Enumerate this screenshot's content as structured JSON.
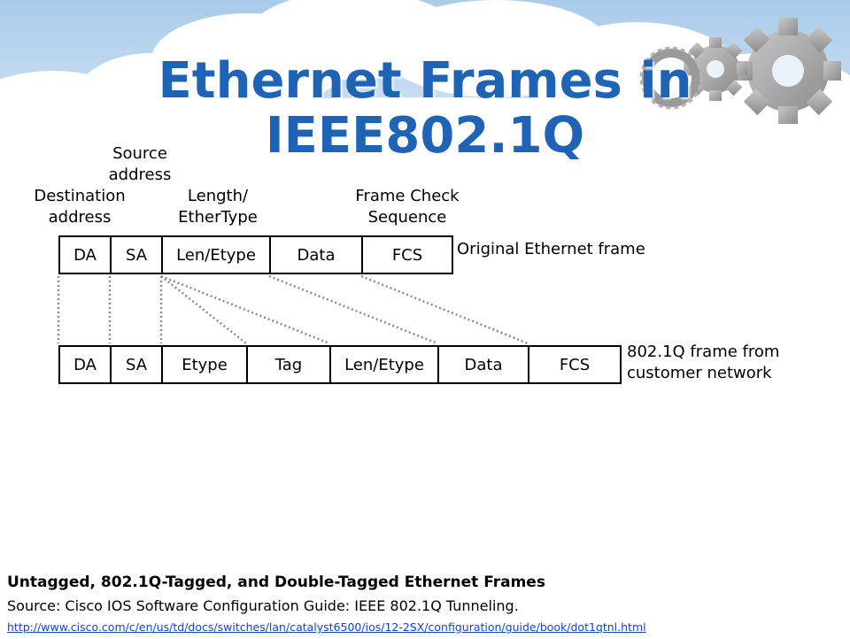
{
  "title": {
    "line1": "Ethernet Frames in",
    "line2": "IEEE802.1Q"
  },
  "field_labels": {
    "destination": [
      "Destination",
      "address"
    ],
    "source": [
      "Source",
      "address"
    ],
    "length": [
      "Length/",
      "EtherType"
    ],
    "fcs": [
      "Frame Check",
      "Sequence"
    ]
  },
  "original_frame": {
    "caption": "Original Ethernet frame",
    "fields": [
      "DA",
      "SA",
      "Len/Etype",
      "Data",
      "FCS"
    ]
  },
  "tagged_frame": {
    "caption_line1": "802.1Q frame from",
    "caption_line2": "customer network",
    "fields": [
      "DA",
      "SA",
      "Etype",
      "Tag",
      "Len/Etype",
      "Data",
      "FCS"
    ]
  },
  "footer": {
    "title": "Untagged, 802.1Q-Tagged, and Double-Tagged Ethernet Frames",
    "source": "Source: Cisco IOS Software Configuration Guide: IEEE 802.1Q Tunneling.",
    "url": "http://www.cisco.com/c/en/us/td/docs/switches/lan/catalyst6500/ios/12-2SX/configuration/guide/book/dot1qtnl.html"
  },
  "colors": {
    "title": "#1f63b6",
    "sky": "#bcd7ef",
    "cloud": "#ffffff",
    "gear": "#a6a6a6",
    "link": "#1a43c0"
  }
}
